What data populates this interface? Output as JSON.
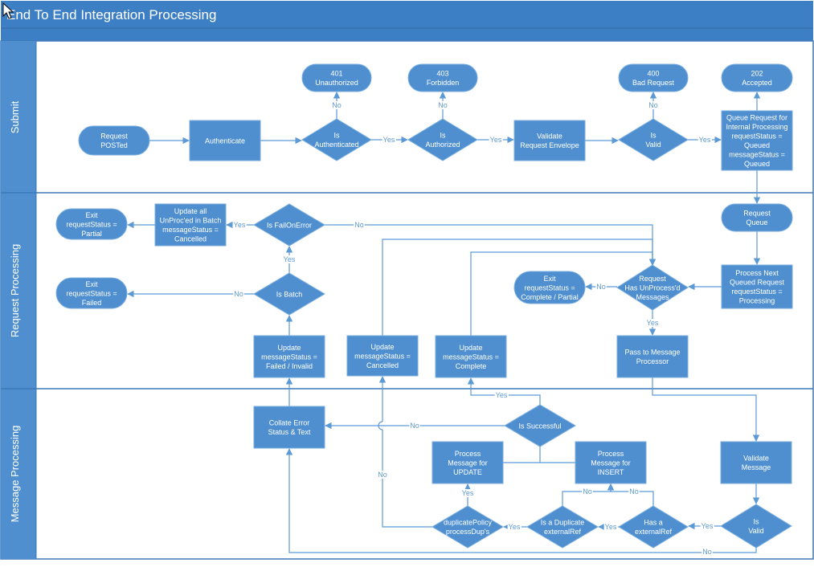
{
  "diagram": {
    "title": "End To End Integration Processing",
    "lanes": [
      "Submit",
      "Request Processing",
      "Message Processing"
    ],
    "colors": {
      "header": "#3d7fc4",
      "lane_label": "#4f8fcf",
      "shape": "#4f8fcf",
      "shape_text": "#ffffff",
      "border": "#3b79b8",
      "line": "#5c9ad6",
      "line_text": "#5c9ad6",
      "shape_stroke": "#7aaedf"
    },
    "nodes": {
      "request_posted": {
        "kind": "terminal",
        "lines": [
          "Request",
          "POSTed"
        ]
      },
      "authenticate": {
        "kind": "process",
        "lines": [
          "Authenticate"
        ]
      },
      "is_authenticated": {
        "kind": "decision",
        "lines": [
          "Is",
          "Authenticated"
        ]
      },
      "is_authorized": {
        "kind": "decision",
        "lines": [
          "Is",
          "Authorized"
        ]
      },
      "validate_request_envelope": {
        "kind": "process",
        "lines": [
          "Validate",
          "Request Envelope"
        ]
      },
      "is_valid_submit": {
        "kind": "decision",
        "lines": [
          "Is",
          "Valid"
        ]
      },
      "queue_request": {
        "kind": "process",
        "lines": [
          "Queue Request for",
          "Internal Processing",
          "requestStatus =",
          "Queued",
          "messageStatus =",
          "Queued"
        ]
      },
      "resp_401": {
        "kind": "terminal",
        "lines": [
          "401",
          "Unauthorized"
        ]
      },
      "resp_403": {
        "kind": "terminal",
        "lines": [
          "403",
          "Forbidden"
        ]
      },
      "resp_400": {
        "kind": "terminal",
        "lines": [
          "400",
          "Bad Request"
        ]
      },
      "resp_202": {
        "kind": "terminal",
        "lines": [
          "202",
          "Accepted"
        ]
      },
      "request_queue": {
        "kind": "terminal",
        "lines": [
          "Request",
          "Queue"
        ]
      },
      "process_next": {
        "kind": "process",
        "lines": [
          "Process Next",
          "Queued Request",
          "requestStatus =",
          "Processing"
        ]
      },
      "request_has_unprocessed": {
        "kind": "decision",
        "lines": [
          "Request",
          "Has UnProcess'd",
          "Messages"
        ]
      },
      "exit_complete_partial": {
        "kind": "terminal",
        "lines": [
          "Exit",
          "requestStatus =",
          "Complete / Partial"
        ]
      },
      "pass_to_message_processor": {
        "kind": "process",
        "lines": [
          "Pass to Message",
          "Processor"
        ]
      },
      "update_complete": {
        "kind": "process",
        "lines": [
          "Update",
          "messageStatus =",
          "Complete"
        ]
      },
      "update_cancelled": {
        "kind": "process",
        "lines": [
          "Update",
          "messageStatus =",
          "Cancelled"
        ]
      },
      "update_failed_invalid": {
        "kind": "process",
        "lines": [
          "Update",
          "messageStatus =",
          "Failed / Invalid"
        ]
      },
      "is_batch": {
        "kind": "decision",
        "lines": [
          "Is Batch"
        ]
      },
      "is_fail_on_error": {
        "kind": "decision",
        "lines": [
          "Is FailOnError"
        ]
      },
      "update_all_unprocd": {
        "kind": "process",
        "lines": [
          "Update all",
          "UnProc'ed in Batch",
          "messageStatus =",
          "Cancelled"
        ]
      },
      "exit_partial": {
        "kind": "terminal",
        "lines": [
          "Exit",
          "requestStatus =",
          "Partial"
        ]
      },
      "exit_failed": {
        "kind": "terminal",
        "lines": [
          "Exit",
          "requestStatus =",
          "Failed"
        ]
      },
      "validate_message": {
        "kind": "process",
        "lines": [
          "Validate",
          "Message"
        ]
      },
      "is_valid_msg": {
        "kind": "decision",
        "lines": [
          "Is",
          "Valid"
        ]
      },
      "has_external_ref": {
        "kind": "decision",
        "lines": [
          "Has a",
          "externalRef"
        ]
      },
      "is_duplicate": {
        "kind": "decision",
        "lines": [
          "Is a Duplicate",
          "externalRef"
        ]
      },
      "duplicate_policy": {
        "kind": "decision",
        "lines": [
          "duplicatePolicy",
          "processDup's"
        ]
      },
      "process_insert": {
        "kind": "process",
        "lines": [
          "Process",
          "Message for",
          "INSERT"
        ]
      },
      "process_update": {
        "kind": "process",
        "lines": [
          "Process",
          "Message for",
          "UPDATE"
        ]
      },
      "is_successful": {
        "kind": "decision",
        "lines": [
          "Is Successful"
        ]
      },
      "collate_error": {
        "kind": "process",
        "lines": [
          "Collate Error",
          "Status & Text"
        ]
      }
    },
    "edge_labels": {
      "yes": "Yes",
      "no": "No"
    }
  }
}
